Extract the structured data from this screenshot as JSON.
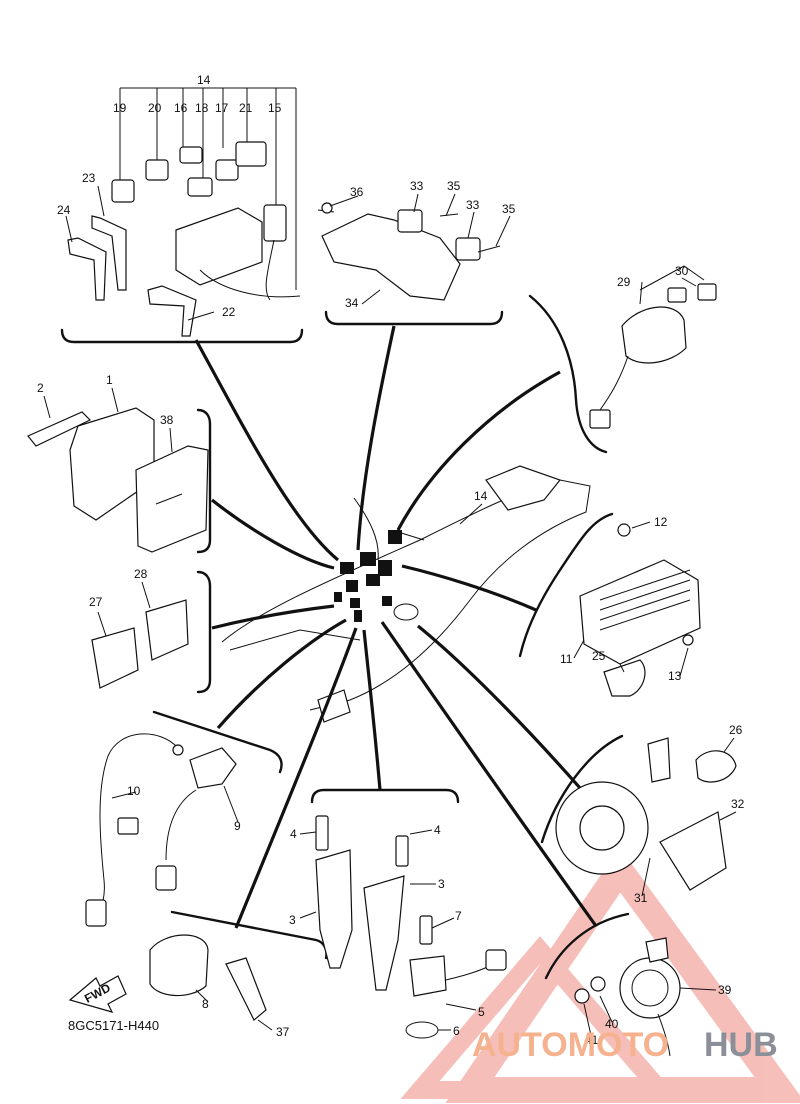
{
  "diagram": {
    "code": "8GC5171-H440",
    "fwd_label": "FWD",
    "labels": [
      {
        "id": "14a",
        "text": "14"
      },
      {
        "id": "19",
        "text": "19"
      },
      {
        "id": "20",
        "text": "20"
      },
      {
        "id": "16",
        "text": "16"
      },
      {
        "id": "18",
        "text": "18"
      },
      {
        "id": "17",
        "text": "17"
      },
      {
        "id": "21",
        "text": "21"
      },
      {
        "id": "15",
        "text": "15"
      },
      {
        "id": "23",
        "text": "23"
      },
      {
        "id": "24",
        "text": "24"
      },
      {
        "id": "22",
        "text": "22"
      },
      {
        "id": "36",
        "text": "36"
      },
      {
        "id": "33a",
        "text": "33"
      },
      {
        "id": "35a",
        "text": "35"
      },
      {
        "id": "33b",
        "text": "33"
      },
      {
        "id": "35b",
        "text": "35"
      },
      {
        "id": "34",
        "text": "34"
      },
      {
        "id": "29",
        "text": "29"
      },
      {
        "id": "30",
        "text": "30"
      },
      {
        "id": "2",
        "text": "2"
      },
      {
        "id": "1",
        "text": "1"
      },
      {
        "id": "38",
        "text": "38"
      },
      {
        "id": "14b",
        "text": "14"
      },
      {
        "id": "12",
        "text": "12"
      },
      {
        "id": "11",
        "text": "11"
      },
      {
        "id": "25",
        "text": "25"
      },
      {
        "id": "13",
        "text": "13"
      },
      {
        "id": "28",
        "text": "28"
      },
      {
        "id": "27",
        "text": "27"
      },
      {
        "id": "26",
        "text": "26"
      },
      {
        "id": "32",
        "text": "32"
      },
      {
        "id": "31",
        "text": "31"
      },
      {
        "id": "10",
        "text": "10"
      },
      {
        "id": "9",
        "text": "9"
      },
      {
        "id": "4a",
        "text": "4"
      },
      {
        "id": "4b",
        "text": "4"
      },
      {
        "id": "3a",
        "text": "3"
      },
      {
        "id": "3b",
        "text": "3"
      },
      {
        "id": "7",
        "text": "7"
      },
      {
        "id": "5",
        "text": "5"
      },
      {
        "id": "6",
        "text": "6"
      },
      {
        "id": "8",
        "text": "8"
      },
      {
        "id": "37",
        "text": "37"
      },
      {
        "id": "39",
        "text": "39"
      },
      {
        "id": "40",
        "text": "40"
      },
      {
        "id": "41",
        "text": "41"
      }
    ]
  },
  "watermark": {
    "part1": "AUTOMOTO",
    "part2": "HUB",
    "color": "#f08a80"
  }
}
